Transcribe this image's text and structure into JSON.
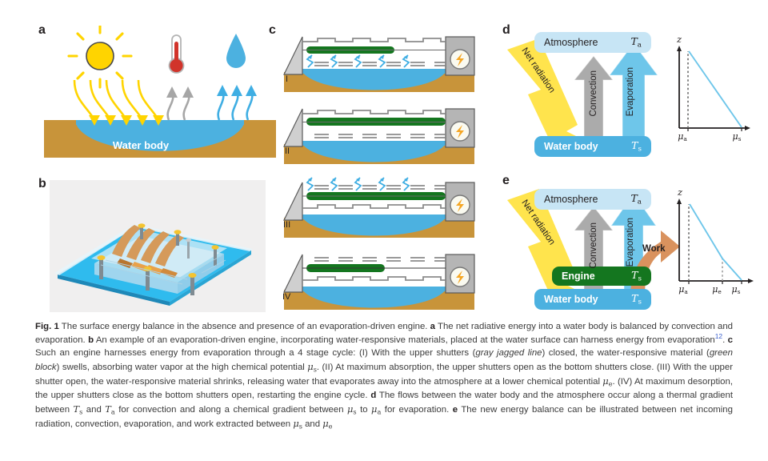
{
  "figure": {
    "panels": [
      "a",
      "b",
      "c",
      "d",
      "e"
    ],
    "caption": {
      "label": "Fig. 1",
      "title": "The surface energy balance in the absence and presence of an evaporation-driven engine.",
      "part_a_letter": "a",
      "part_a": "The net radiative energy into a water body is balanced by convection and evaporation.",
      "part_b_letter": "b",
      "part_b_pre": "An example of an evaporation-driven engine, incorporating water-responsive materials, placed at the water surface can harness energy from evaporation",
      "part_b_citation": "12",
      "part_b_post": ".",
      "part_c_letter": "c",
      "part_c_1": "Such an engine harnesses energy from evaporation through a 4 stage cycle: (I) With the upper shutters (",
      "part_c_em1": "gray jagged line",
      "part_c_2": ") closed, the water-responsive material (",
      "part_c_em2": "green block",
      "part_c_3": ") swells, absorbing water vapor at the high chemical potential ",
      "part_c_mu_s": "μ",
      "part_c_mu_s_sub": "s",
      "part_c_4": ". (II) At maximum absorption, the upper shutters open as the bottom shutters close. (III) With the upper shutter open, the water-responsive material shrinks, releasing water that evaporates away into the atmosphere at a lower chemical potential ",
      "part_c_mu_e": "μ",
      "part_c_mu_e_sub": "e",
      "part_c_5": ". (IV) At maximum desorption, the upper shutters close as the bottom shutters open, restarting the engine cycle.",
      "part_d_letter": "d",
      "part_d_1": "The flows between the water body and the atmosphere occur along a thermal gradient between ",
      "part_d_Ts": "T",
      "part_d_Ts_sub": "s",
      "part_d_2": " and ",
      "part_d_Ta": "T",
      "part_d_Ta_sub": "a",
      "part_d_3": " for convection and along a chemical gradient between ",
      "part_d_mus": "μ",
      "part_d_mus_sub": "s",
      "part_d_4": " to ",
      "part_d_mua": "μ",
      "part_d_mua_sub": "a",
      "part_d_5": " for evaporation.",
      "part_e_letter": "e",
      "part_e_1": "The new energy balance can be illustrated between net incoming radiation, convection, evaporation, and work extracted between ",
      "part_e_mus": "μ",
      "part_e_mus_sub": "s",
      "part_e_2": " and ",
      "part_e_mue": "μ",
      "part_e_mue_sub": "e"
    },
    "panel_a": {
      "letter": "a",
      "water_body_label": "Water body",
      "icons": [
        "sun-icon",
        "thermometer-icon",
        "water-droplet-icon"
      ],
      "flows": [
        "net-radiation-down-arrows",
        "convection-up-arrows",
        "evaporation-up-arrows"
      ],
      "colors": {
        "sun": "#FFD400",
        "radiation_arrow": "#FFD400",
        "convection_arrow": "#A6A6A6",
        "evaporation_arrow": "#3FAEE3",
        "water": "#4CB1E0",
        "ground": "#C8943A",
        "thermometer": "#D1342B"
      }
    },
    "panel_b": {
      "letter": "b",
      "description": "photograph of evaporation-driven engine device",
      "colors": {
        "background": "#F0EFEF",
        "base_plate": "#2FBBEE",
        "acrylic": "#DCECF4",
        "strips": "#D59A5A",
        "strips_dark": "#B8762F",
        "bolt_head": "#F4C430"
      }
    },
    "panel_c": {
      "letter": "c",
      "stages": [
        {
          "numeral": "I",
          "upper_shutters": "closed",
          "lower_shutters": "open",
          "block_state": "swelling",
          "vapor_arrows": "bottom",
          "block_width_pct": 47
        },
        {
          "numeral": "II",
          "upper_shutters": "closed",
          "lower_shutters": "closed",
          "block_state": "max-absorption",
          "vapor_arrows": "none",
          "block_width_pct": 83
        },
        {
          "numeral": "III",
          "upper_shutters": "open",
          "lower_shutters": "closed",
          "block_state": "shrinking",
          "vapor_arrows": "top",
          "block_width_pct": 83
        },
        {
          "numeral": "IV",
          "upper_shutters": "open",
          "lower_shutters": "open",
          "block_state": "max-desorption",
          "vapor_arrows": "none",
          "block_width_pct": 47
        }
      ],
      "colors": {
        "block": "#14761F",
        "shutter": "#8C8C8C",
        "vapor": "#3FAEE3",
        "water": "#4CB1E0",
        "ground": "#C8943A",
        "generator_box": "#B5B5B5",
        "bolt": "#F5A623"
      },
      "generator_icon": "lightning-bolt-icon"
    },
    "panel_d": {
      "letter": "d",
      "atmosphere_label": "Atmosphere",
      "atmosphere_temp": "T",
      "atmosphere_temp_sub": "a",
      "water_label": "Water body",
      "water_temp": "T",
      "water_temp_sub": "s",
      "arrows": [
        {
          "name": "net-radiation",
          "label": "Net radiation",
          "color": "#FFE44D"
        },
        {
          "name": "convection",
          "label": "Convection",
          "color": "#A6A6A6"
        },
        {
          "name": "evaporation",
          "label": "Evaporation",
          "color": "#6EC6EA"
        }
      ],
      "chart_data": {
        "type": "line",
        "title": "",
        "ylabel": "z",
        "xlabel": "",
        "tick_labels": [
          "μₐ",
          "μₛ"
        ],
        "ticks": [
          {
            "mu": "μ",
            "sub": "a",
            "x": 0.12
          },
          {
            "mu": "μ",
            "sub": "s",
            "x": 0.92
          }
        ],
        "series": [
          {
            "name": "chemical-potential-profile",
            "color": "#6EC6EA",
            "x": [
              0.12,
              0.92
            ],
            "y": [
              1.0,
              0.0
            ]
          }
        ],
        "reference_line": {
          "name": "mu-a-dashed",
          "x": 0.12,
          "style": "dotted",
          "color": "#6b6b6b"
        },
        "xlim": [
          0,
          1
        ],
        "ylim": [
          0,
          1
        ],
        "grid": false,
        "legend": "none"
      }
    },
    "panel_e": {
      "letter": "e",
      "atmosphere_label": "Atmosphere",
      "atmosphere_temp": "T",
      "atmosphere_temp_sub": "a",
      "engine_label": "Engine",
      "engine_temp": "T",
      "engine_temp_sub": "s",
      "water_label": "Water body",
      "water_temp": "T",
      "water_temp_sub": "s",
      "arrows": [
        {
          "name": "net-radiation",
          "label": "Net radiation",
          "color": "#FFE44D"
        },
        {
          "name": "convection",
          "label": "Convection",
          "color": "#A6A6A6"
        },
        {
          "name": "evaporation",
          "label": "Evaporation",
          "color": "#6EC6EA"
        },
        {
          "name": "work",
          "label": "Work",
          "color": "#D9925E"
        }
      ],
      "chart_data": {
        "type": "line",
        "title": "",
        "ylabel": "z",
        "xlabel": "",
        "tick_labels": [
          "μₐ",
          "μₑ",
          "μₛ"
        ],
        "ticks": [
          {
            "mu": "μ",
            "sub": "a",
            "x": 0.14
          },
          {
            "mu": "μ",
            "sub": "e",
            "x": 0.62
          },
          {
            "mu": "μ",
            "sub": "s",
            "x": 0.9
          }
        ],
        "series": [
          {
            "name": "chemical-potential-profile",
            "color": "#6EC6EA",
            "x": [
              0.14,
              0.62,
              0.9
            ],
            "y": [
              1.0,
              0.22,
              0.0
            ]
          }
        ],
        "reference_lines": [
          {
            "name": "mu-a-dashed",
            "x": 0.14,
            "style": "dotted",
            "color": "#6b6b6b"
          },
          {
            "name": "mu-e-dashed",
            "x": 0.62,
            "style": "dotted",
            "color": "#9a9a9a"
          }
        ],
        "xlim": [
          0,
          1
        ],
        "ylim": [
          0,
          1
        ],
        "grid": false,
        "legend": "none"
      }
    }
  }
}
